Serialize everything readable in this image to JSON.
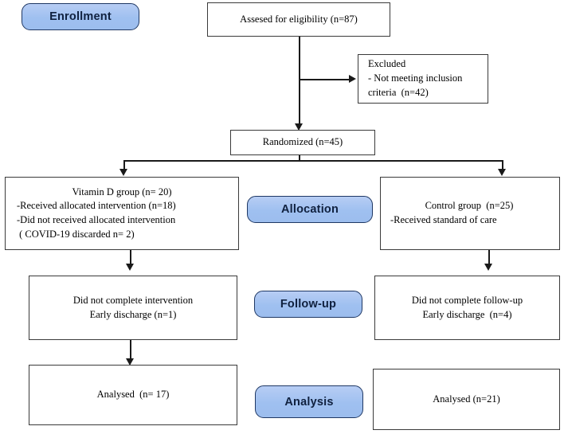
{
  "diagram": {
    "title": "CONSORT participant flow diagram",
    "colors": {
      "badge_fill": "#9fc0f0",
      "badge_border": "#1f3864",
      "node_border": "#3a3a3a",
      "connector": "#1a1a1a",
      "background": "#ffffff"
    }
  },
  "stages": [
    {
      "id": "enrollment",
      "label": "Enrollment"
    },
    {
      "id": "allocation",
      "label": "Allocation"
    },
    {
      "id": "followup",
      "label": "Follow-up"
    },
    {
      "id": "analysis",
      "label": "Analysis"
    }
  ],
  "nodes": {
    "assessed": {
      "lines": [
        "Assesed for eligibility (n=87)"
      ]
    },
    "excluded": {
      "lines": [
        "Excluded",
        "- Not meeting inclusion",
        "criteria  (n=42)"
      ]
    },
    "randomized": {
      "lines": [
        "Randomized (n=45)"
      ]
    },
    "vitamin_d_group": {
      "lines": [
        "Vitamin D group (n= 20)",
        "-Received allocated intervention (n=18)",
        "-Did not received allocated intervention",
        " ( COVID-19 discarded n= 2)"
      ]
    },
    "control_group": {
      "lines": [
        "Control group  (n=25)",
        "-Received standard of care"
      ]
    },
    "followup_left": {
      "lines": [
        "Did not complete intervention",
        "Early discharge (n=1)"
      ]
    },
    "followup_right": {
      "lines": [
        "Did not complete follow-up",
        "Early discharge  (n=4)"
      ]
    },
    "analysed_left": {
      "lines": [
        "Analysed  (n= 17)"
      ]
    },
    "analysed_right": {
      "lines": [
        "Analysed (n=21)"
      ]
    }
  },
  "flow_data": {
    "type": "flowchart",
    "assessed_for_eligibility": 87,
    "excluded_not_meeting_inclusion_criteria": 42,
    "randomized": 45,
    "arms": [
      {
        "name": "Vitamin D group",
        "allocated": 20,
        "received_allocated_intervention": 18,
        "did_not_receive_allocated_intervention": 2,
        "did_not_receive_reason": "COVID-19 discarded",
        "lost_to_followup": 1,
        "lost_to_followup_reason": "Did not complete intervention / Early discharge",
        "analysed": 17
      },
      {
        "name": "Control group",
        "allocated": 25,
        "received_allocated_intervention": 25,
        "intervention_description": "Received standard of care",
        "lost_to_followup": 4,
        "lost_to_followup_reason": "Did not complete follow-up / Early discharge",
        "analysed": 21
      }
    ]
  }
}
